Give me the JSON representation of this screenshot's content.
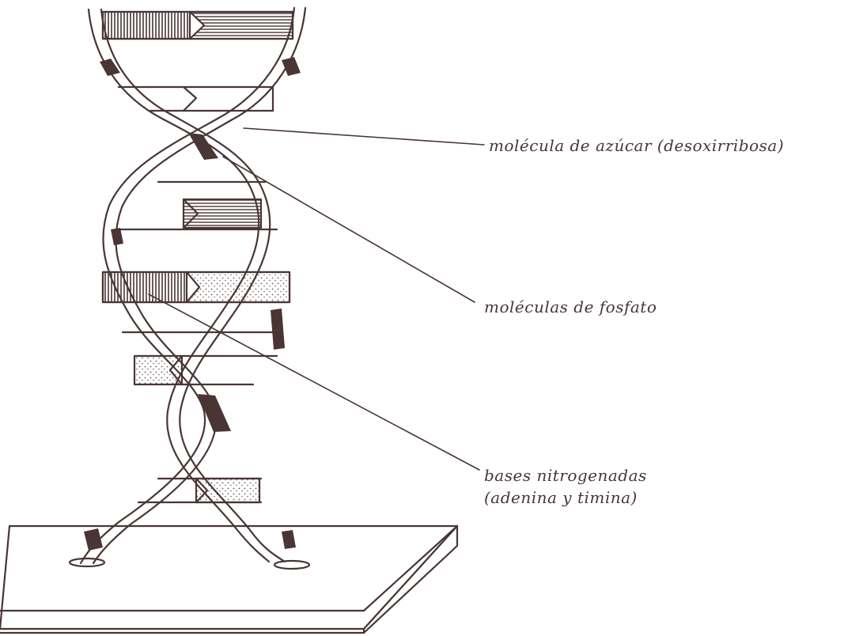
{
  "labels": {
    "sugar": "molécula de azúcar (desoxirribosa)",
    "phosphate": "moléculas de fosfato",
    "bases_line1": "bases nitrogenadas",
    "bases_line2": "(adenina y timina)"
  },
  "colors": {
    "ink": "#4a3535",
    "background": "#ffffff",
    "stipple": "#8a7a7a"
  }
}
